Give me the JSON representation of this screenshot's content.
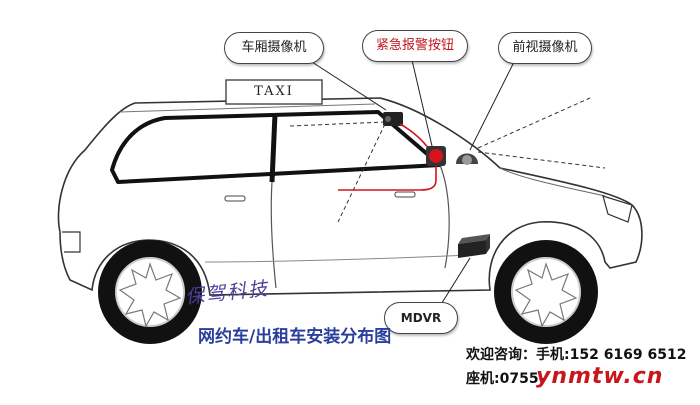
{
  "labels": {
    "rear_camera": "车厢摄像机",
    "emergency_button": "紧急报警按钮",
    "front_camera": "前视摄像机",
    "taxi_sign": "TAXI",
    "mdvr": "MDVR"
  },
  "brand": "保驾科技",
  "caption": "网约车/出租车安装分布图",
  "contact": {
    "line1": "欢迎咨询：手机:152 6169 6512",
    "line2": "座机:0755-"
  },
  "watermark": "ynmtw.cn",
  "colors": {
    "label_red": "#c0181f",
    "caption_blue": "#2a3f9c",
    "brand_purple": "#4c3f9a",
    "watermark_red": "#c9161d",
    "wire_red": "#d4141c"
  }
}
